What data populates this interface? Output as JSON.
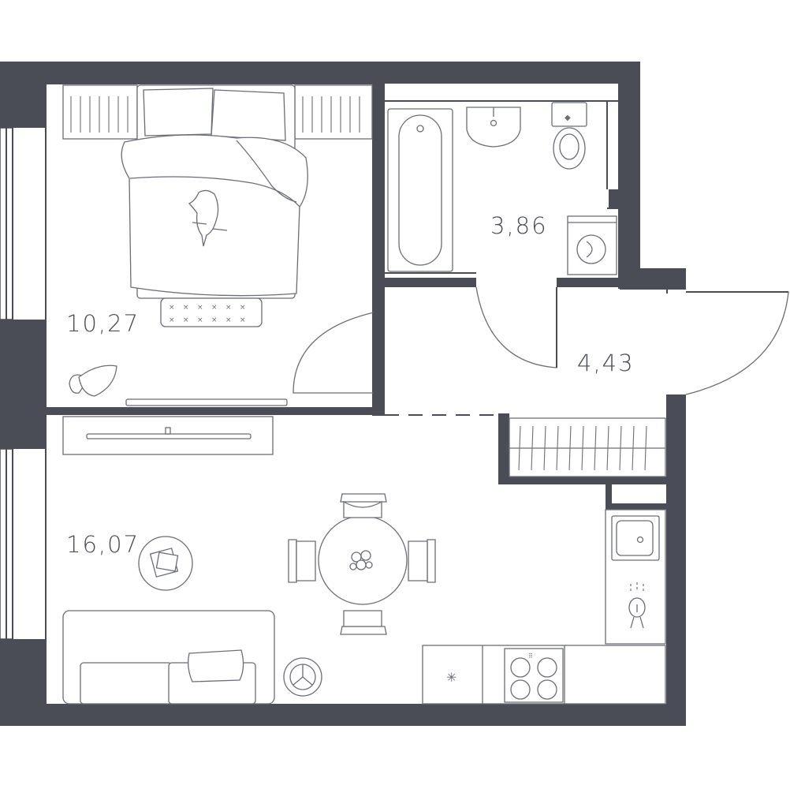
{
  "rooms": [
    {
      "id": "bedroom",
      "area": "10,27"
    },
    {
      "id": "bathroom",
      "area": "3,86"
    },
    {
      "id": "hallway",
      "area": "4,43"
    },
    {
      "id": "living-kitchen",
      "area": "16,07"
    }
  ],
  "colors": {
    "wall": "#4a4d55",
    "line": "#6b6e75",
    "background": "#ffffff"
  }
}
